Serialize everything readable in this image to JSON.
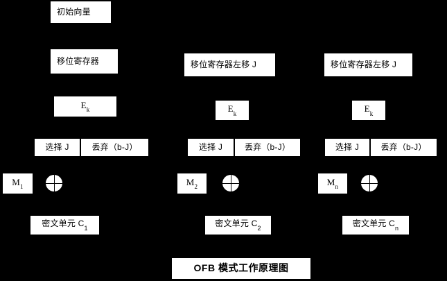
{
  "diagram": {
    "title": "OFB 模式工作原理图",
    "background_color": "#000000",
    "box_color": "#ffffff",
    "text_color": "#000000",
    "initial_vector": "初始向量",
    "columns": [
      {
        "register": "移位寄存器",
        "cipher_fn_base": "E",
        "cipher_fn_sub": "k",
        "select": "选择 J",
        "discard": "丢弃（b-J）",
        "plaintext_base": "M",
        "plaintext_sub": "1",
        "xor": "xor-circle",
        "ciphertext": "密文单元 C",
        "ciphertext_sub": "1"
      },
      {
        "register": "移位寄存器左移 J",
        "cipher_fn_base": "E",
        "cipher_fn_sub": "k",
        "select": "选择 J",
        "discard": "丢弃（b-J）",
        "plaintext_base": "M",
        "plaintext_sub": "2",
        "xor": "xor-circle",
        "ciphertext": "密文单元 C",
        "ciphertext_sub": "2"
      },
      {
        "register": "移位寄存器左移 J",
        "cipher_fn_base": "E",
        "cipher_fn_sub": "k",
        "select": "选择 J",
        "discard": "丢弃（b-J）",
        "plaintext_base": "M",
        "plaintext_sub": "n",
        "xor": "xor-circle",
        "ciphertext": "密文单元 C",
        "ciphertext_sub": "n"
      }
    ]
  }
}
